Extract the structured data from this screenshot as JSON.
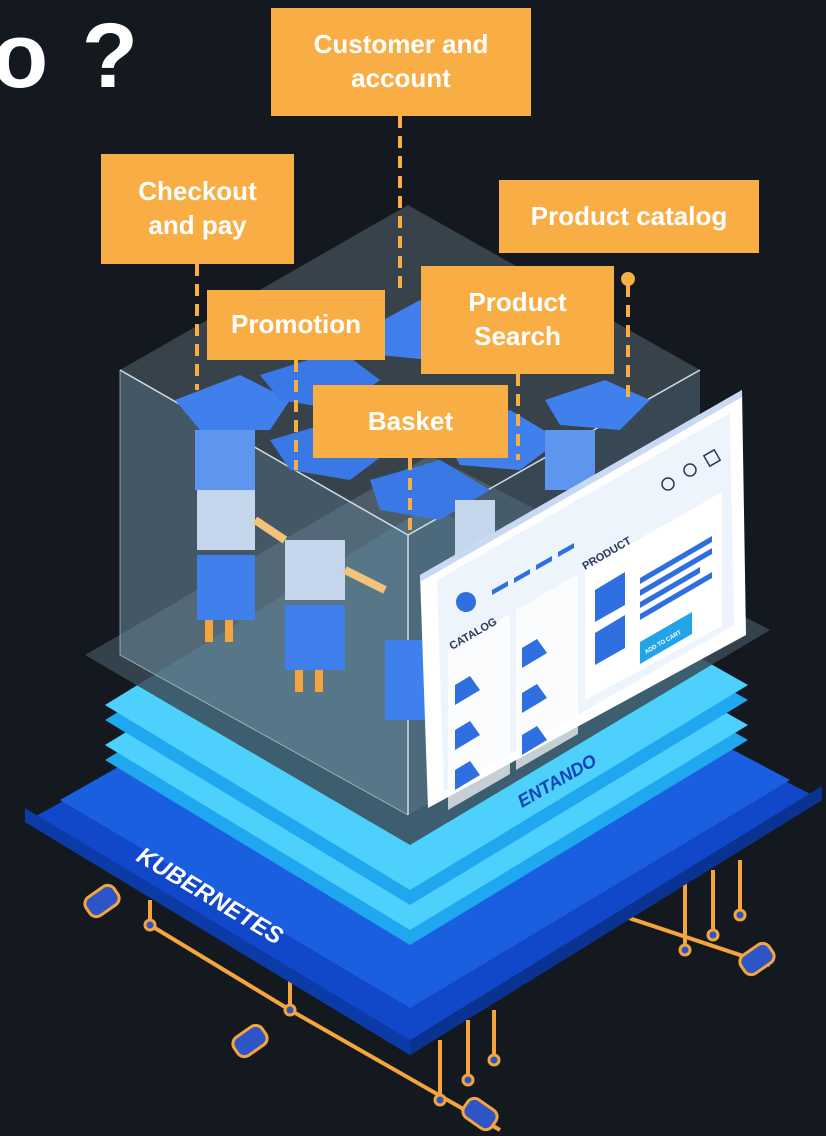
{
  "heading": "o ?",
  "labels": {
    "customer_account": "Customer and\naccount",
    "checkout_pay": "Checkout\nand pay",
    "product_catalog": "Product catalog",
    "product_search": "Product\nSearch",
    "promotion": "Promotion",
    "basket": "Basket"
  },
  "screen": {
    "catalog": "CATALOG",
    "product": "PRODUCT",
    "add_to_cart": "ADD TO CART"
  },
  "layers": {
    "entando": "ENTANDO",
    "kubernetes": "KUBERNETES"
  },
  "colors": {
    "background": "#13191f",
    "label": "#f9ae45",
    "kubernetes_blue": "#1450d6",
    "entando_cyan": "#38c6f5",
    "microservice_blue": "#3a7be8"
  }
}
